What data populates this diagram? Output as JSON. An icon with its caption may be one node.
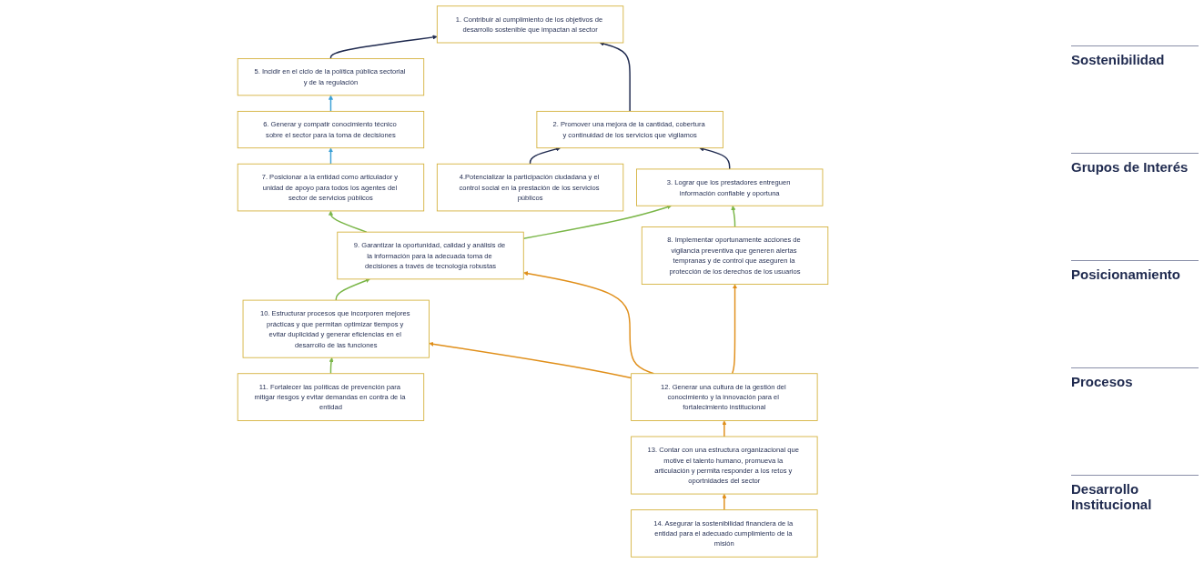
{
  "diagram": {
    "nodes": [
      {
        "text": [
          "1. Contribuir al cumplimiento de los objetivos de desarrollo sostenible que impactan al sector"
        ]
      },
      {
        "text": [
          "2. Promover una mejora de la cantidad, cobertura y continuidad de los servicios que vigilamos"
        ]
      },
      {
        "text": [
          "3. Lograr que los prestadores entreguen información confiable y oportuna"
        ]
      },
      {
        "text": [
          "4.Potencializar la participación ciudadana y el control social en la prestación de los servicios públicos"
        ]
      },
      {
        "text": [
          "5. Incidir en el ciclo de la política pública sectorial y de la regulación"
        ]
      },
      {
        "text": [
          "6. Generar y compatir conocimiento técnico sobre el sector para la toma de decisiones"
        ]
      },
      {
        "text": [
          "7. Posicionar a la entidad como articulador y unidad de apoyo para todos los agentes del sector de servicios públicos"
        ]
      },
      {
        "text": [
          "8. Implementar oportunamente acciones de vigilancia preventiva que generen alertas tempranas y de control que aseguren la protección de los derechos de los usuarios"
        ]
      },
      {
        "text": [
          "9. Garantizar la oportunidad, calidad y análisis de la información para la adecuada toma de decisiones a través de tecnología robustas"
        ]
      },
      {
        "text": [
          "10. Estructurar procesos que incorporen mejores prácticas y que permitan optimizar tiempos y evitar duplicidad y generar eficiencias en el desarrollo de las funciones"
        ]
      },
      {
        "text": [
          "11. Fortalecer las políticas de prevención para mitigar riesgos y evitar demandas en contra de la entidad"
        ]
      },
      {
        "text": [
          "12. Generar una cultura de la gestión del conocimiento y la innovación para el fortalecimiento institucional"
        ]
      },
      {
        "text": [
          "13. Contar con una estructura organizacional que motive el talento humano, promueva la articulación y permita responder a los retos y oportnidades del sector"
        ]
      },
      {
        "text": [
          "14. Asegurar la sostenibilidad financiera de la entidad para el adecuado cumplimiento de la misión"
        ]
      }
    ],
    "edges": [
      {
        "from": 2,
        "to": 1,
        "arrow": "to",
        "color": "#1f2a4f"
      },
      {
        "from": 1,
        "to": 0,
        "arrow": "to",
        "color": "#1f2a4f"
      },
      {
        "from": 3,
        "to": 1,
        "arrow": "to",
        "color": "#1f2a4f"
      },
      {
        "from": 4,
        "to": 0,
        "arrow": "to",
        "color": "#1f2a4f"
      },
      {
        "from": 5,
        "to": 4,
        "arrow": "to",
        "color": "#3ba0d6"
      },
      {
        "from": 6,
        "to": 5,
        "arrow": "to",
        "color": "#3ba0d6"
      },
      {
        "from": 7,
        "to": 2,
        "arrow": "to"
      },
      {
        "from": 8,
        "to": 2,
        "arrow": "to"
      },
      {
        "from": 8,
        "to": 6,
        "arrow": "to"
      },
      {
        "from": 9,
        "to": 8,
        "arrow": "to"
      },
      {
        "from": 10,
        "to": 9,
        "arrow": "to"
      },
      {
        "from": 11,
        "to": 7,
        "arrow": "to",
        "color": "#e08f1a"
      },
      {
        "from": 11,
        "to": 8,
        "arrow": "to",
        "color": "#e08f1a"
      },
      {
        "from": 11,
        "to": 9,
        "arrow": "to",
        "color": "#e08f1a"
      },
      {
        "from": 12,
        "to": 11,
        "arrow": "to",
        "color": "#e08f1a"
      },
      {
        "from": 13,
        "to": 12,
        "arrow": "to",
        "color": "#e08f1a"
      }
    ],
    "labels": [
      "Sostenibilidad",
      "Grupos de Interés",
      "Posicionamiento",
      "Procesos",
      "Desarrollo Institucional"
    ]
  }
}
